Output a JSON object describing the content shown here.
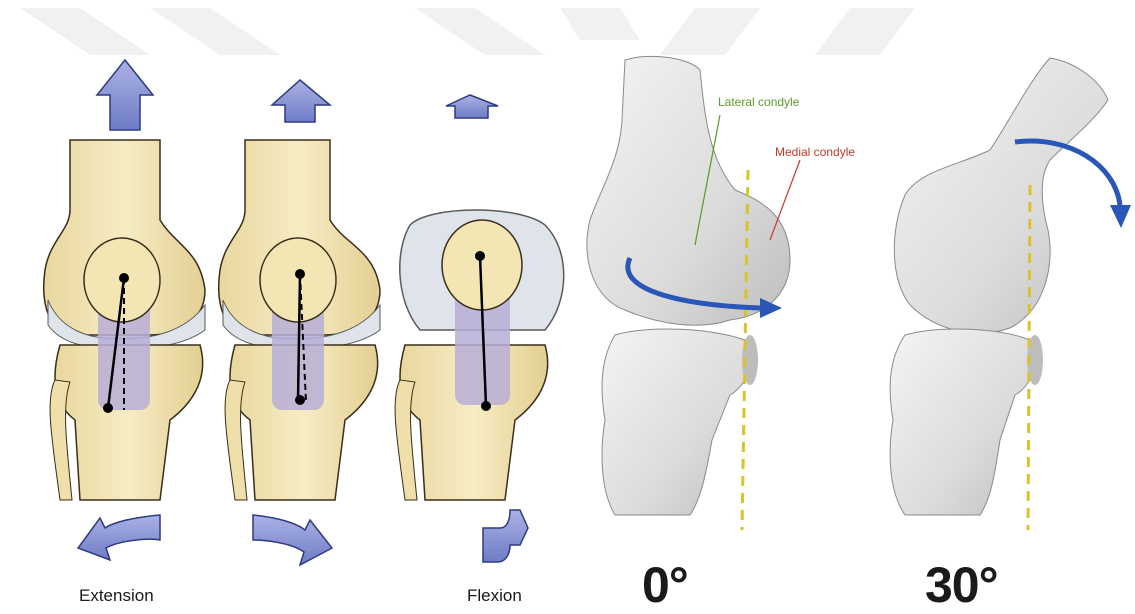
{
  "labels": {
    "extension": "Extension",
    "flexion": "Flexion",
    "lateral_condyle": "Lateral condyle",
    "medial_condyle": "Medial condyle",
    "angle_0": "0°",
    "angle_30": "30°"
  },
  "colors": {
    "bone": "#f4e6b4",
    "bone_shade": "#e2cf92",
    "bone_outline": "#3a2e1a",
    "meniscus": "#dfe4ea",
    "ligament": "#b7aed6",
    "arrow_fill": "#8b96d3",
    "arrow_dark": "#4b58a8",
    "rotation_arrow": "#2a56b8",
    "axis_line": "#d8c42a",
    "lateral_label": "#5a9a2a",
    "medial_label": "#c83a2a",
    "render_bone": "#e6e6e6",
    "render_shadow": "#9c9c9c",
    "watermark": "#f1f1f1"
  },
  "icons": {
    "up_arrows": "up-arrow-icon",
    "rotation_arrows": "curved-arrow-icon"
  }
}
